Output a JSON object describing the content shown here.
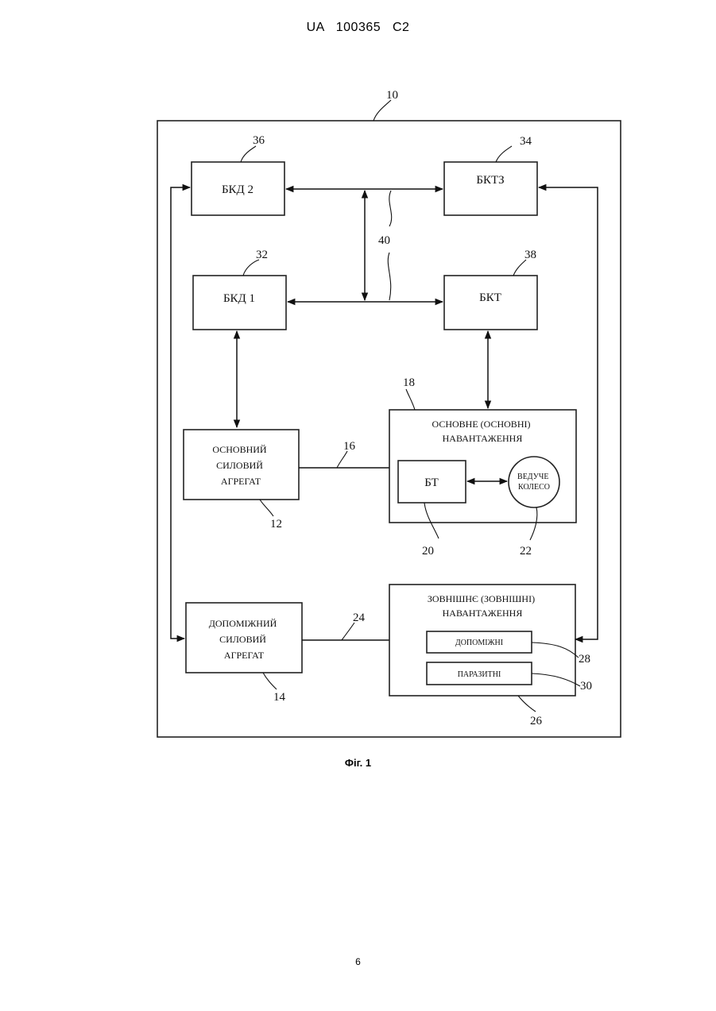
{
  "header": {
    "text": "UA   100365   C2"
  },
  "figure": {
    "caption": "Фіг. 1",
    "system_ref": "10",
    "blocks": {
      "bkd2": {
        "label": "БКД 2",
        "ref": "36"
      },
      "bktz": {
        "label": "БКТЗ",
        "ref": "34"
      },
      "bkd1": {
        "label": "БКД 1",
        "ref": "32"
      },
      "bkt": {
        "label": "БКТ",
        "ref": "38"
      },
      "main_power": {
        "lines": [
          "ОСНОВНИЙ",
          "СИЛОВИЙ",
          "АГРЕГАТ"
        ],
        "ref": "12"
      },
      "main_load": {
        "lines": [
          "ОСНОВНЕ (ОСНОВНІ)",
          "НАВАНТАЖЕННЯ"
        ],
        "ref": "18"
      },
      "bt": {
        "label": "БТ",
        "ref": "20"
      },
      "drive_wheel": {
        "lines": [
          "ВЕДУЧЕ",
          "КОЛЕСО"
        ],
        "ref": "22"
      },
      "aux_power": {
        "lines": [
          "ДОПОМІЖНИЙ",
          "СИЛОВИЙ",
          "АГРЕГАТ"
        ],
        "ref": "14"
      },
      "ext_load": {
        "lines": [
          "ЗОВНІШНЄ (ЗОВНІШНІ)",
          "НАВАНТАЖЕННЯ"
        ],
        "ref": "26"
      },
      "aux_loads": {
        "label": "ДОПОМІЖНІ",
        "ref": "28"
      },
      "parasitic": {
        "label": "ПАРАЗИТНІ",
        "ref": "30"
      }
    },
    "connections": {
      "bus": "40",
      "main_shaft": "16",
      "aux_shaft": "24"
    }
  },
  "page_number": "6"
}
